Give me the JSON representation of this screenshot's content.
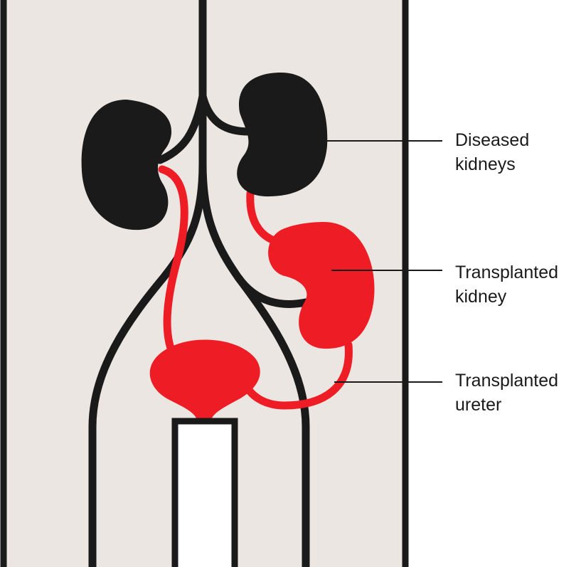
{
  "diagram": {
    "labels": {
      "diseased_kidneys": {
        "line1": "Diseased",
        "line2": "kidneys"
      },
      "transplanted_kidney": {
        "line1": "Transplanted",
        "line2": "kidney"
      },
      "transplanted_ureter": {
        "line1": "Transplanted",
        "line2": "ureter"
      }
    },
    "colors": {
      "body_background": "#ebe6e1",
      "outline": "#1a1a1a",
      "transplant": "#ee1c25",
      "page_background": "#ffffff"
    }
  }
}
